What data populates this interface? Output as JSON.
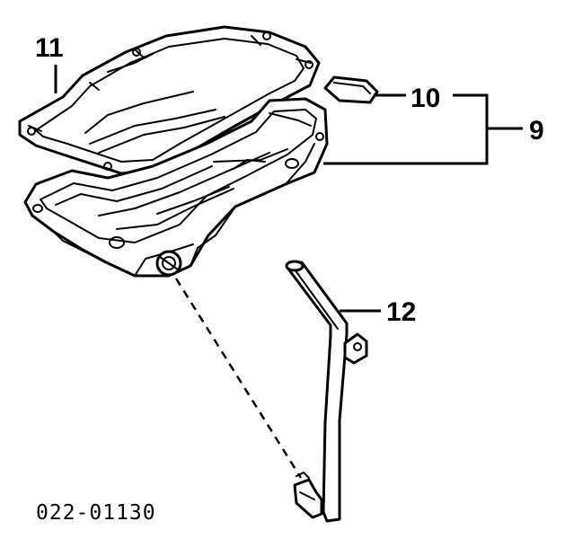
{
  "diagram": {
    "callouts": {
      "gasket": "11",
      "plug": "10",
      "pan_assembly": "9",
      "dipstick_tube": "12"
    },
    "drawing_code": "022-01130"
  }
}
